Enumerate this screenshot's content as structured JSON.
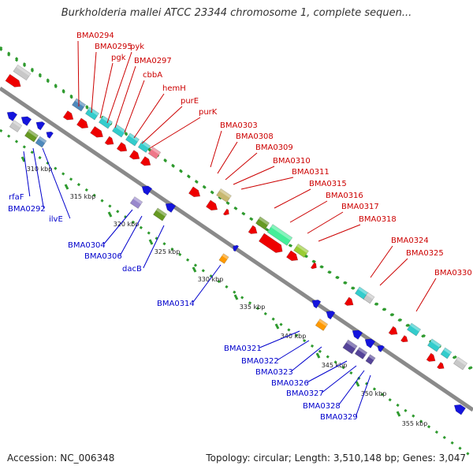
{
  "title": "Burkholderia mallei ATCC 23344 chromosome 1, complete sequen...",
  "footer": {
    "accession": "Accession: NC_006348",
    "summary": "Topology: circular; Length: 3,510,148 bp; Genes: 3,047"
  },
  "colors": {
    "backbone": "#8a8a8a",
    "dots": "#2e9a2e",
    "forward_label": "#cc0000",
    "reverse_label": "#0000cc",
    "forward_gene": "#ee0000",
    "reverse_gene": "#1414dd",
    "cyan": "#33cccc",
    "gray": "#c8c8c8",
    "olive": "#669922",
    "khaki": "#c8b870",
    "purple": "#554499",
    "orange": "#ff9900",
    "pink": "#ee7788"
  },
  "ticks": [
    "310 kbp",
    "315 kbp",
    "320 kbp",
    "325 kbp",
    "330 kbp",
    "335 kbp",
    "340 kbp",
    "345 kbp",
    "350 kbp",
    "355 kbp"
  ],
  "forward_labels": [
    "BMA0294",
    "BMA0295",
    "pgk",
    "pyk",
    "BMA0297",
    "cbbA",
    "hemH",
    "purE",
    "purK",
    "BMA0303",
    "BMA0308",
    "BMA0309",
    "BMA0310",
    "BMA0311",
    "BMA0315",
    "BMA0316",
    "BMA0317",
    "BMA0318",
    "BMA0324",
    "BMA0325",
    "BMA0330"
  ],
  "reverse_labels": [
    "rfaF",
    "BMA0292",
    "ilvE",
    "BMA0304",
    "BMA0306",
    "dacB",
    "BMA0314",
    "BMA0321",
    "BMA0322",
    "BMA0323",
    "BMA0326",
    "BMA0327",
    "BMA0328",
    "BMA0329"
  ]
}
